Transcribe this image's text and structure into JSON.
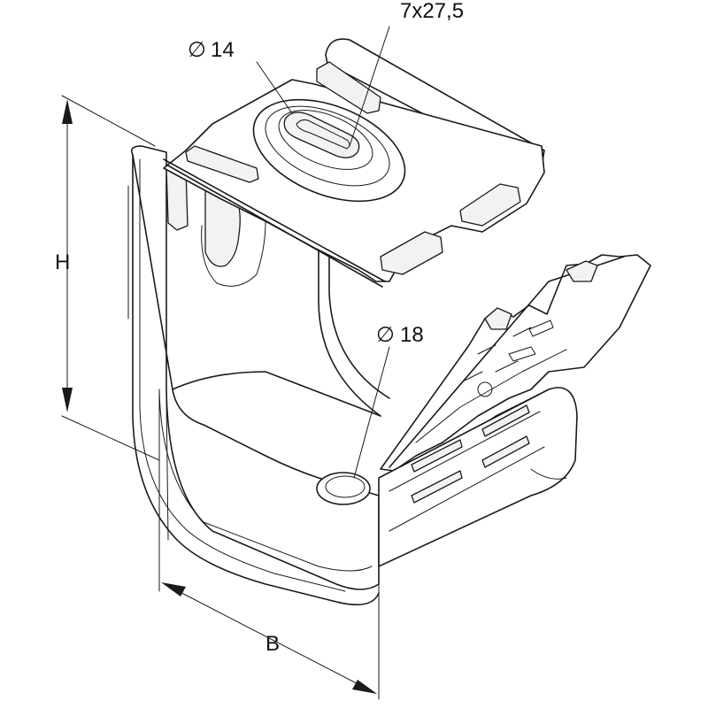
{
  "labels": {
    "slot": "7x27,5",
    "hole_top": "14",
    "hole_bottom": "18",
    "height": "H",
    "width": "B",
    "diameter_symbol": "∅"
  },
  "colors": {
    "line": "#1a1a1a",
    "background": "#ffffff"
  }
}
